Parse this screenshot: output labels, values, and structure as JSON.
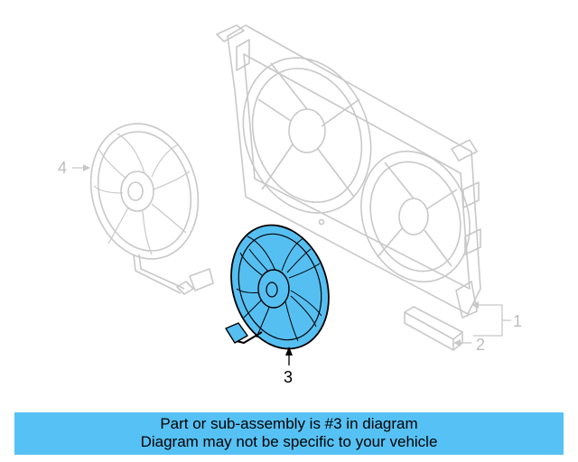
{
  "colors": {
    "highlight_fill": "#56bff2",
    "ghost_stroke": "#c8c8c8",
    "ink": "#000000",
    "banner_bg": "#56c1f4"
  },
  "callouts": {
    "part_1": "1",
    "part_2": "2",
    "part_3": "3",
    "part_4": "4"
  },
  "banner": {
    "line1": "Part or sub-assembly is #3 in diagram",
    "line2": "Diagram may not be specific to your vehicle"
  },
  "icons": {
    "part_3": "cooling-fan-assembly-icon",
    "part_1": "fan-shroud-icon",
    "part_2": "bracket-icon",
    "part_4": "fan-blade-icon"
  }
}
